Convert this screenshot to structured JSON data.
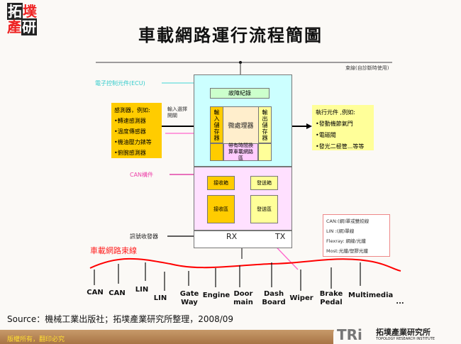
{
  "header": {
    "logo_text": "拓墣產研",
    "title": "車載網路運行流程簡圖"
  },
  "diagram": {
    "harness_label": "束線(自診斷時使用)",
    "ecu_label": "電子控制元件(ECU)",
    "fault_log": "故障紀錄",
    "input_store": "輸入儲存器",
    "processor": "微處理器",
    "output_store": "輸出儲存器",
    "timer_area": "帶有時間換算車載網路區",
    "input_select": "輸入選擇開關",
    "sensors": {
      "title": "感測器，例如:",
      "items": [
        "•轉速感測器",
        "•溫度傳感器",
        "•機油壓力錶等",
        "•俯腕感測器"
      ]
    },
    "actuators": {
      "title": "執行元件 ,例如:",
      "items": [
        "•發動機節氣門",
        "•電磁閥",
        "•發光二極管...等等"
      ]
    },
    "can_label": "CAN構件",
    "rx_box": "接收箱",
    "rx_area": "接收區",
    "tx_box": "發送箱",
    "tx_area": "發送區",
    "transceiver_label": "訊號收發器",
    "rx": "RX",
    "tx": "TX",
    "bus_title": "車載網路束線",
    "legend": [
      "CAN:(網)單或雙絞線",
      "LIN :(網)單線",
      "Flexray: 網線/光纖",
      "Most:光纖/塑膠光纖"
    ],
    "nodes": [
      "CAN",
      "CAN",
      "LIN",
      "LIN",
      "Gate Way",
      "Engine",
      "Door main",
      "Dash Board",
      "Wiper",
      "Brake Pedal",
      "Multimedia",
      "..."
    ]
  },
  "source": "Source：機械工業出版社；拓墣產業研究所整理，2008/09",
  "footer": {
    "copyright": "版權所有，翻印必究",
    "brand_cn": "拓墣產業研究所",
    "brand_en": "TOPOLOGY RESEARCH INSTITUTE",
    "brand_mark": "TRi"
  },
  "colors": {
    "ecu": "#ccffff",
    "can": "#ffe0ff",
    "yellow": "#ffcc00",
    "light_yellow": "#ffff99",
    "bus": "#ff0000",
    "pink_line": "#ff66cc"
  }
}
